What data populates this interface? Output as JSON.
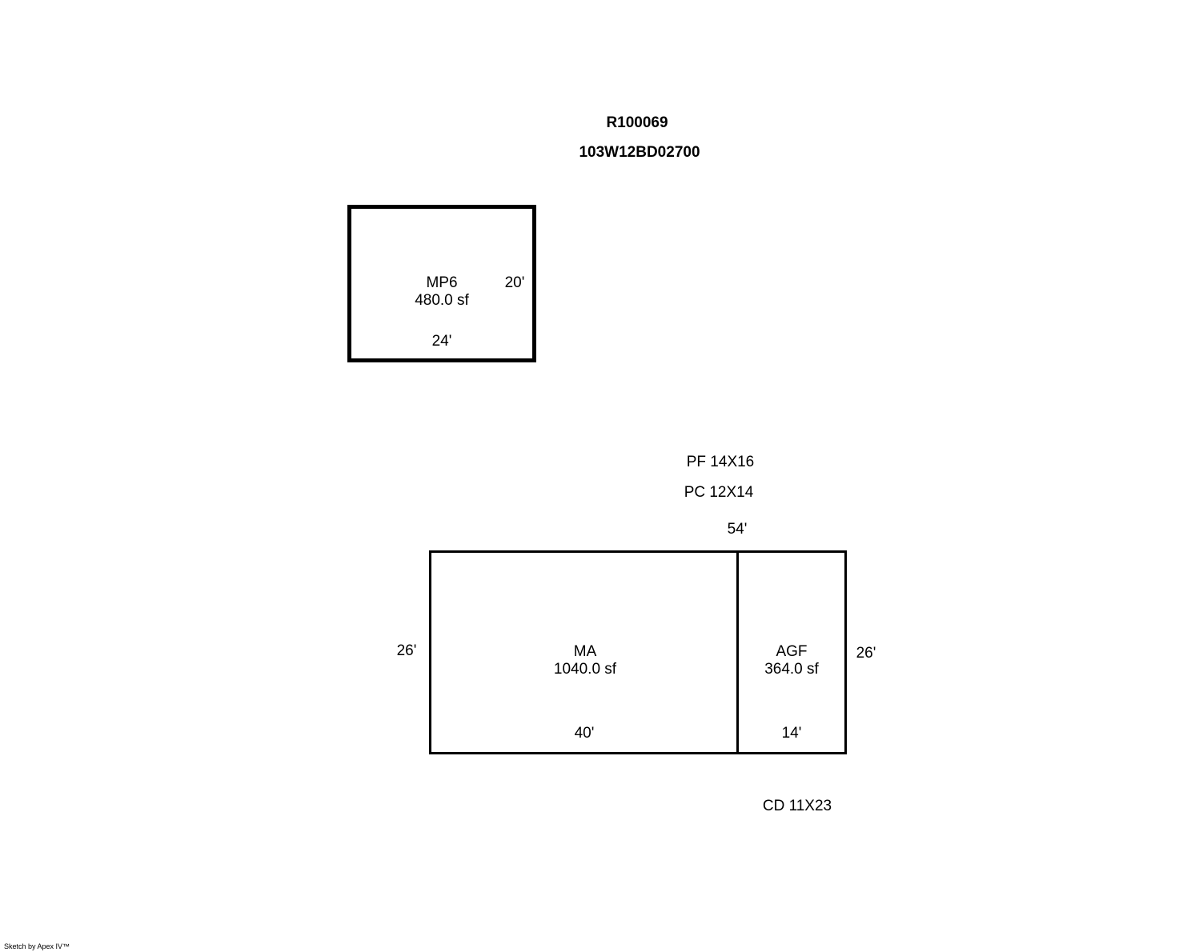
{
  "header": {
    "account_id": "R100069",
    "map_tax_lot": "103W12BD02700"
  },
  "areas": {
    "mp6": {
      "code": "MP6",
      "area": "480.0 sf",
      "side_right": "20'",
      "side_bottom": "24'"
    },
    "ma": {
      "code": "MA",
      "area": "1040.0 sf",
      "side_left": "26'",
      "side_bottom": "40'"
    },
    "agf": {
      "code": "AGF",
      "area": "364.0 sf",
      "side_right": "26'",
      "side_bottom": "14'"
    },
    "total_top": "54'"
  },
  "annotations": {
    "pf": "PF 14X16",
    "pc": "PC 12X14",
    "cd": "CD 11X23"
  },
  "footer": {
    "credit": "Sketch by Apex IV™"
  }
}
